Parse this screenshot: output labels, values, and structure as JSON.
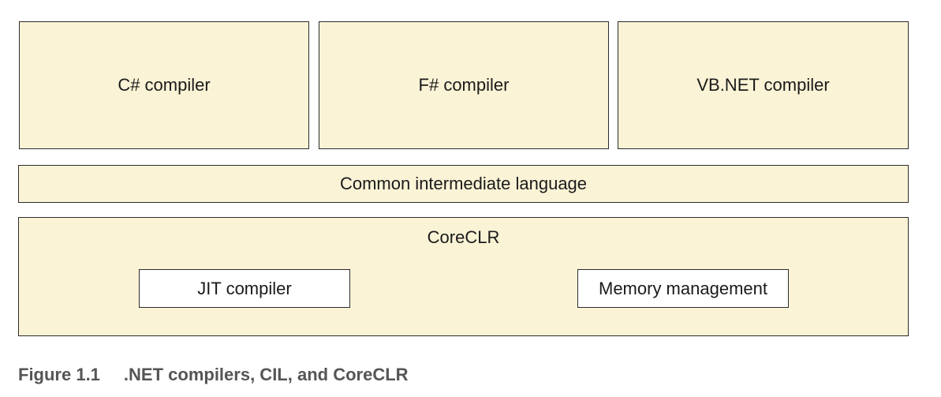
{
  "compilers": [
    {
      "label": "C# compiler"
    },
    {
      "label": "F# compiler"
    },
    {
      "label": "VB.NET compiler"
    }
  ],
  "cil": {
    "label": "Common intermediate language"
  },
  "coreclr": {
    "label": "CoreCLR",
    "jit_label": "JIT compiler",
    "memory_label": "Memory management"
  },
  "caption": {
    "number": "Figure 1.1",
    "text": ".NET compilers, CIL, and CoreCLR"
  }
}
